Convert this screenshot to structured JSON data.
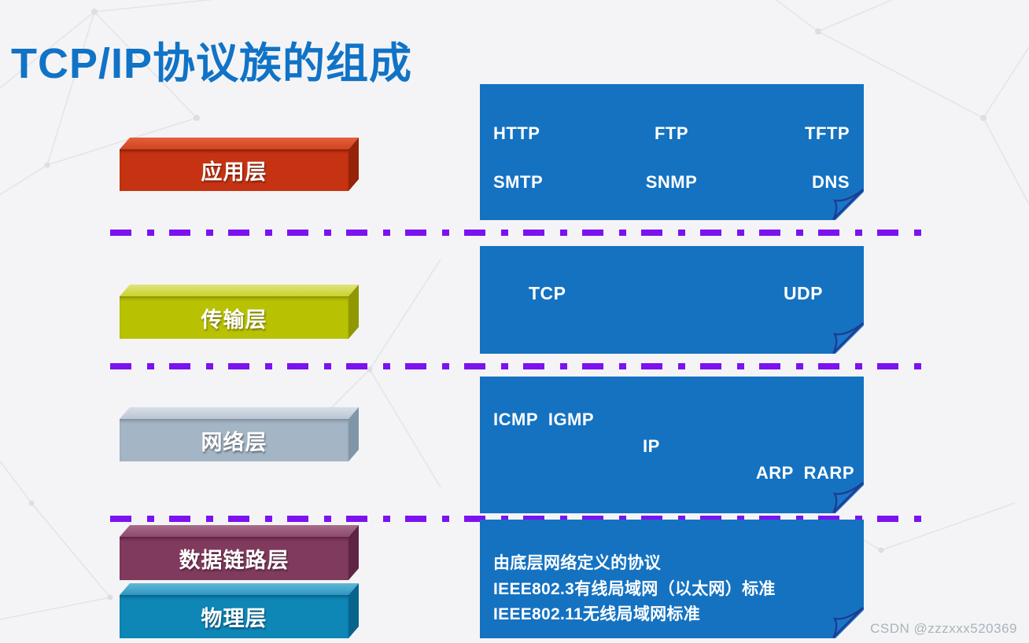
{
  "title": "TCP/IP协议族的组成",
  "watermark": "CSDN @zzzxxx520369",
  "accent_colors": {
    "title_blue": "#1173c6",
    "note_blue": "#1472c1",
    "divider_purple": "#7c12f0",
    "application_red": "#c63313",
    "transport_yellow_green": "#b9c103",
    "network_gray_blue": "#a4b5c5",
    "datalink_maroon": "#803a5d",
    "physical_teal": "#0e86b6"
  },
  "layers": [
    {
      "label": "应用层"
    },
    {
      "label": "传输层"
    },
    {
      "label": "网络层"
    },
    {
      "label": "数据链路层"
    },
    {
      "label": "物理层"
    }
  ],
  "protocol_boxes": {
    "application": {
      "row1": [
        "HTTP",
        "FTP",
        "TFTP"
      ],
      "row2": [
        "SMTP",
        "SNMP",
        "DNS"
      ]
    },
    "transport": {
      "left": "TCP",
      "right": "UDP"
    },
    "network": {
      "line1": "ICMP  IGMP",
      "line2": "IP",
      "line3": "ARP  RARP"
    },
    "link_physical": {
      "line1": "由底层网络定义的协议",
      "line2": "IEEE802.3有线局域网（以太网）标准",
      "line3": "IEEE802.11无线局域网标准"
    }
  }
}
